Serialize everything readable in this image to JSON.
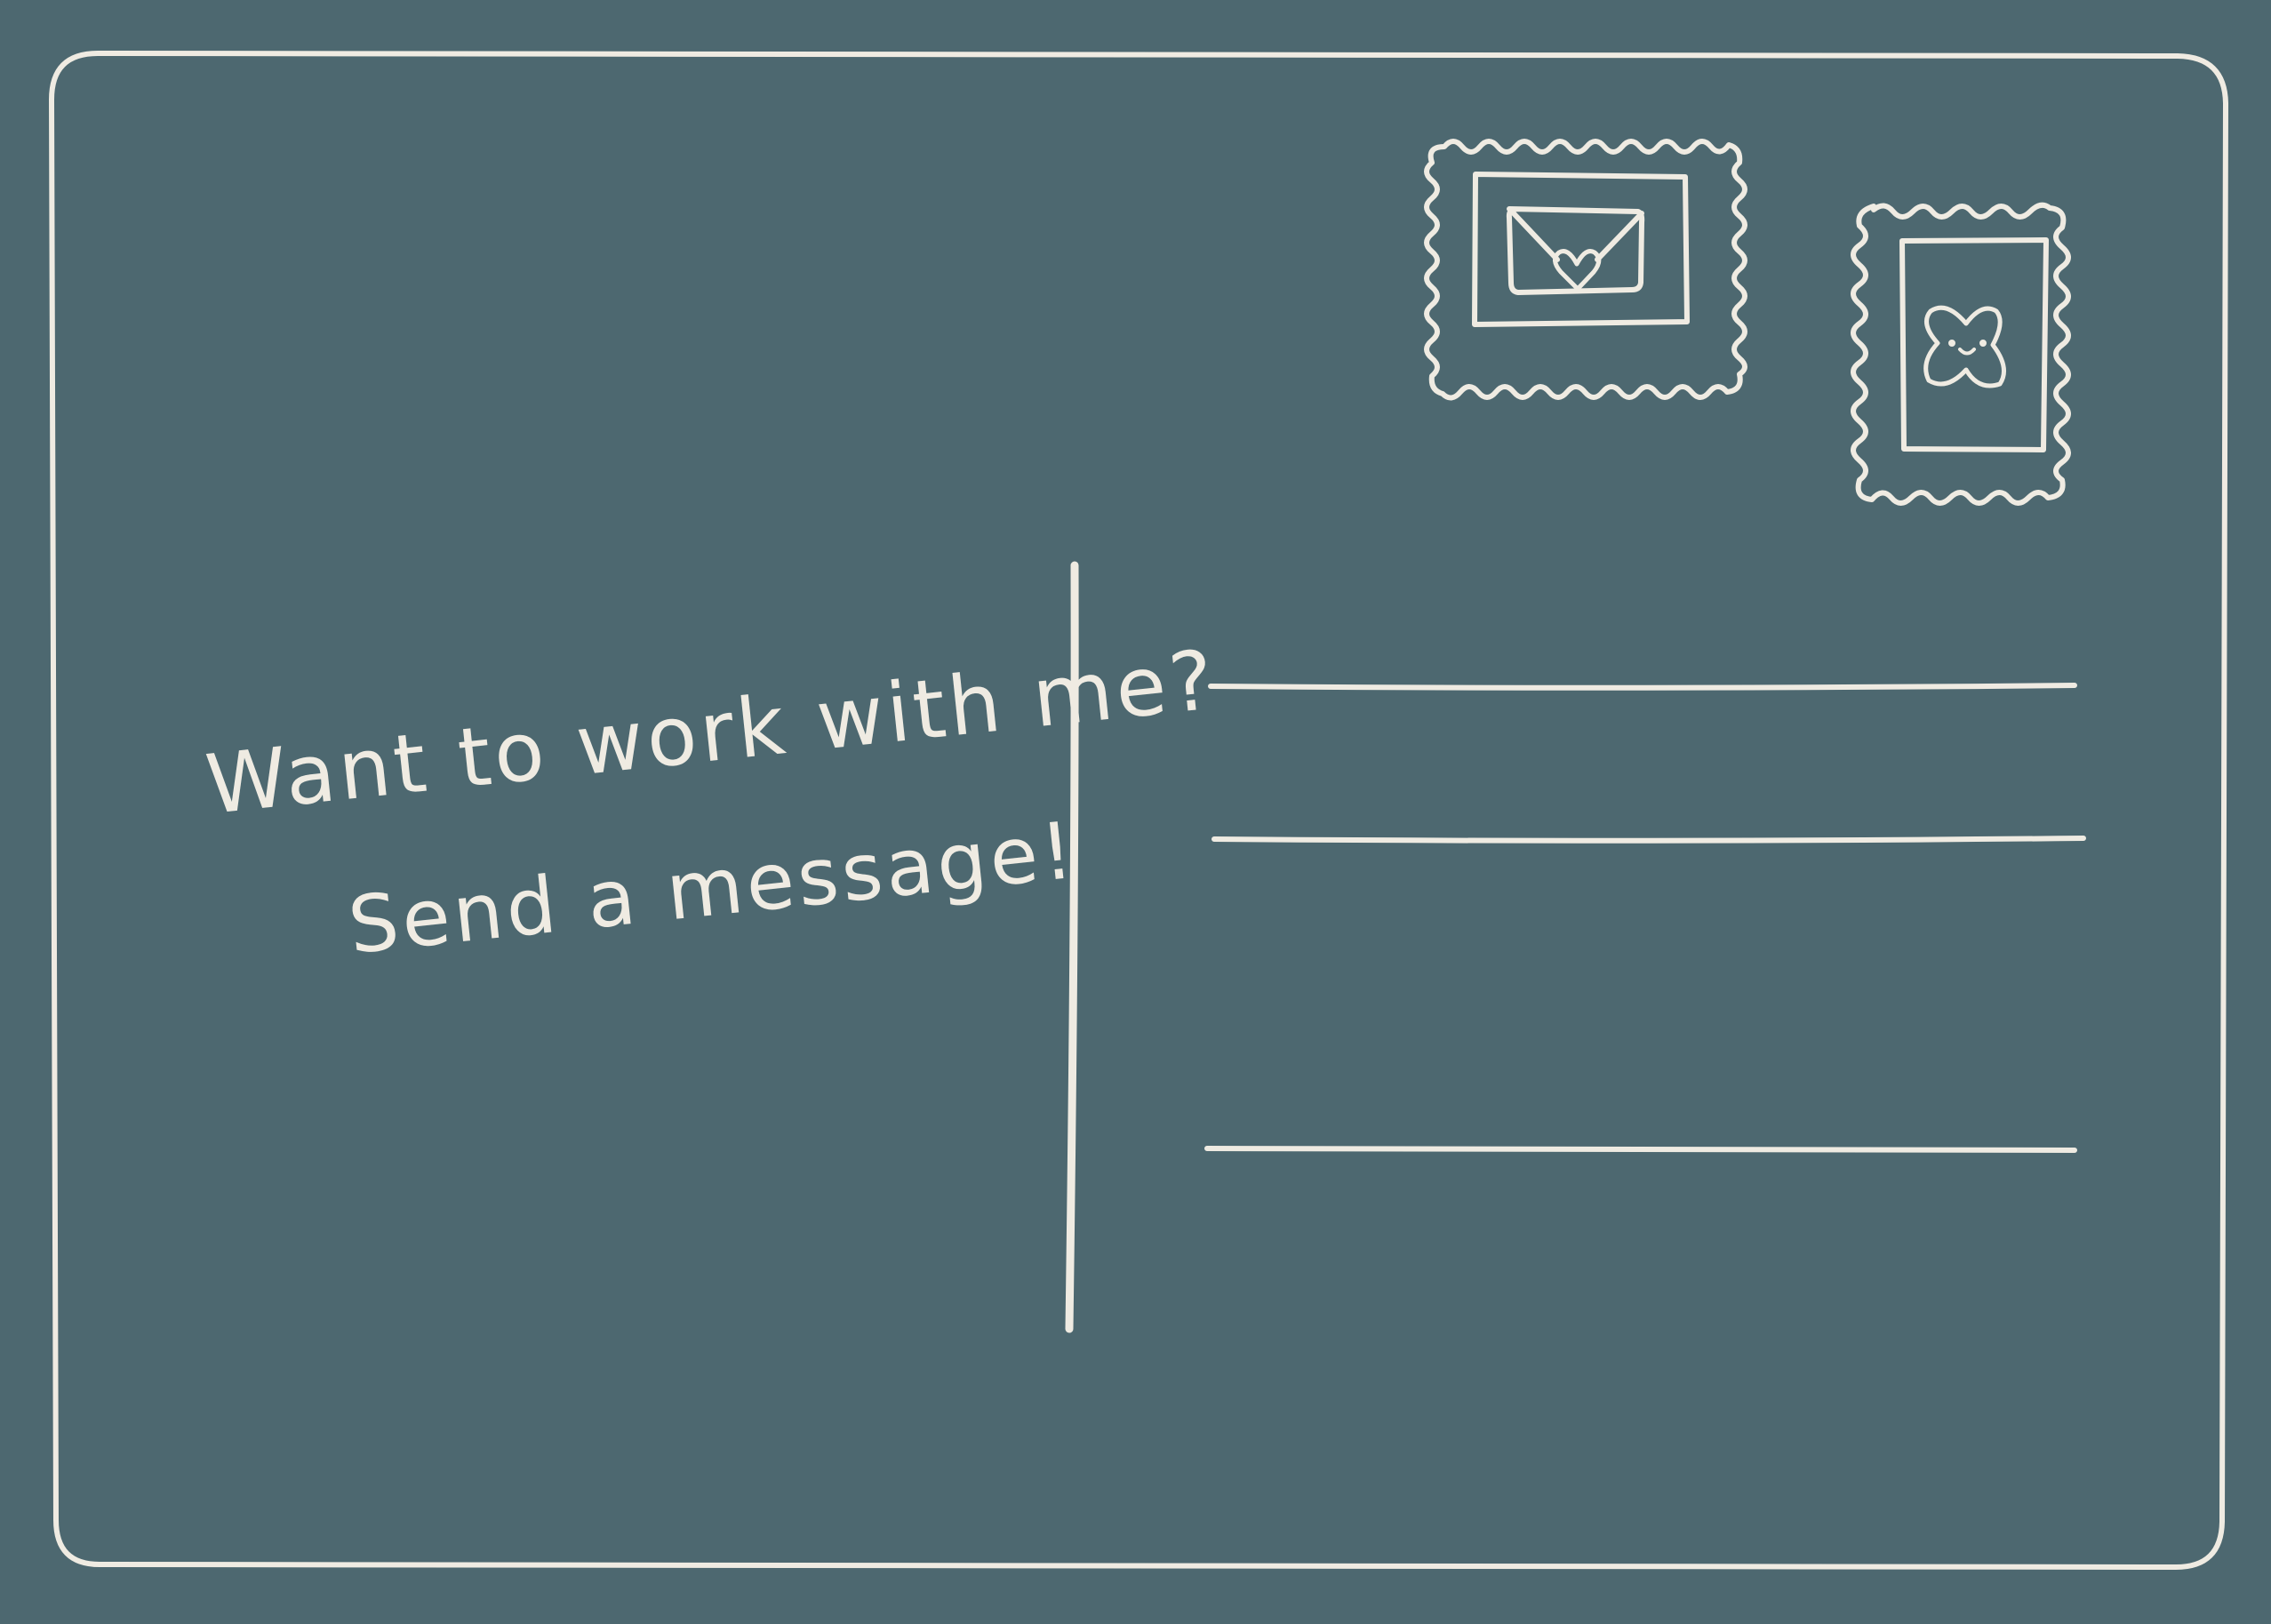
{
  "postcard": {
    "message": {
      "line1": "Want to work with me?",
      "line2": "Send a message!"
    },
    "address_lines_count": 3,
    "stamps": [
      {
        "name": "envelope-heart-stamp",
        "icon": "envelope-with-heart"
      },
      {
        "name": "flower-face-stamp",
        "icon": "smiling-four-petal-flower"
      }
    ]
  },
  "colors": {
    "background": "#4d6870",
    "stroke": "#efebe2"
  }
}
